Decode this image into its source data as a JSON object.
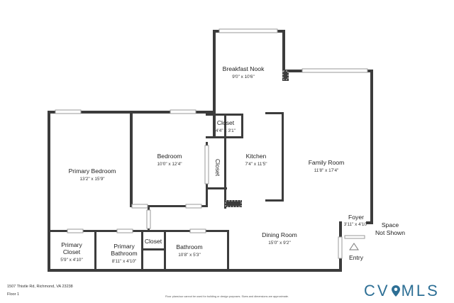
{
  "rooms": [
    {
      "id": "breakfast-nook",
      "name": "Breakfast Nook",
      "dims": "9'0\" x 10'6\""
    },
    {
      "id": "family-room",
      "name": "Family Room",
      "dims": "11'8\" x 17'4\""
    },
    {
      "id": "kitchen",
      "name": "Kitchen",
      "dims": "7'4\" x 11'5\""
    },
    {
      "id": "closet-kitchen",
      "name": "Closet",
      "dims": "4'4\" x 3'1\""
    },
    {
      "id": "bedroom",
      "name": "Bedroom",
      "dims": "10'0\" x 12'4\""
    },
    {
      "id": "closet-bedroom",
      "name": "Closet",
      "dims": ""
    },
    {
      "id": "primary-bedroom",
      "name": "Primary Bedroom",
      "dims": "13'2\" x 15'9\""
    },
    {
      "id": "primary-closet",
      "name": "Primary Closet",
      "dims": "5'9\" x 4'10\""
    },
    {
      "id": "primary-bathroom",
      "name": "Primary Bathroom",
      "dims": "8'11\" x 4'10\""
    },
    {
      "id": "closet-hall",
      "name": "Closet",
      "dims": ""
    },
    {
      "id": "bathroom",
      "name": "Bathroom",
      "dims": "10'8\" x 5'3\""
    },
    {
      "id": "dining-room",
      "name": "Dining Room",
      "dims": "15'0\" x 9'2\""
    },
    {
      "id": "foyer",
      "name": "Foyer",
      "dims": "3'11\" x 4'10\""
    }
  ],
  "labels": {
    "space_not_shown_1": "Space",
    "space_not_shown_2": "Not Shown",
    "entry": "Entry",
    "primary_closet_1": "Primary",
    "primary_closet_2": "Closet",
    "primary_bathroom_1": "Primary",
    "primary_bathroom_2": "Bathroom"
  },
  "footer": {
    "address": "1507 Thistle Rd, Richmond, VA 23238",
    "floor": "Floor 1",
    "disclaimer": "Floor plans/our cannot be used for building or design purposes. Sizes and dimensions are approximate."
  },
  "brand": {
    "left": "CV",
    "right": "MLS",
    "color": "#2d6f95"
  }
}
